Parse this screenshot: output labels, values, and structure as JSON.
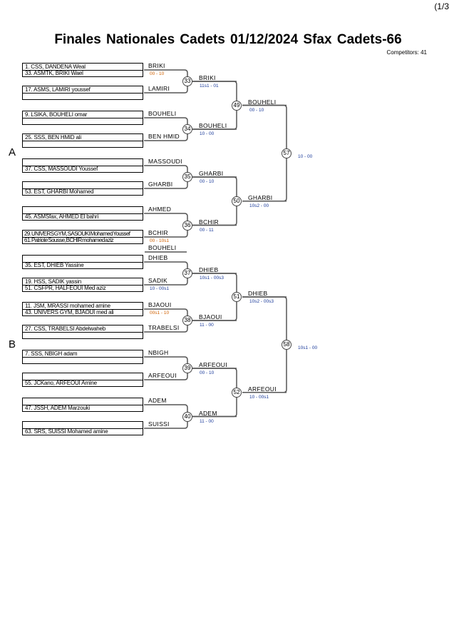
{
  "page_number": "(1/3",
  "title": "Finales Nationales Cadets  01/12/2024  Sfax   Cadets-66",
  "competitors": "Competitors: 41",
  "pools": [
    "A",
    "B"
  ],
  "colors": {
    "loss_score": "#d06000",
    "win_score": "#1a3a9a",
    "line": "#555555"
  },
  "round1": [
    {
      "num": "33",
      "slots": [
        {
          "rows": [
            "1. CSS, DANDENA Weal",
            "33. ASMTK, BRIKI Wael"
          ],
          "label": "BRIKI",
          "score": "00 - 10",
          "score_color": "#d06000"
        },
        {
          "rows": [
            "17. ASMS, LAMIRI youssef",
            ""
          ],
          "label": "LAMIRI"
        }
      ]
    },
    {
      "num": "34",
      "slots": [
        {
          "rows": [
            "9. LSIKA, BOUHELI omar",
            ""
          ],
          "label": "BOUHELI"
        },
        {
          "rows": [
            "25. SSS, BEN HMID ali",
            ""
          ],
          "label": "BEN HMID"
        }
      ]
    },
    {
      "num": "35",
      "slots": [
        {
          "rows": [
            "",
            "37. CSS, MASSOUDI Youssef"
          ],
          "label": "MASSOUDI"
        },
        {
          "rows": [
            "",
            "53. EST, GHARBI Mohamed"
          ],
          "label": "GHARBI"
        }
      ]
    },
    {
      "num": "36",
      "slots": [
        {
          "rows": [
            "",
            "45. ASMSfax, AHMED El bahri"
          ],
          "label": "AHMED"
        },
        {
          "rows": [
            "29. UNIVERS GYM, SASOUKI Mohamed Youssef",
            "61. Patriote Sousse, BCHIR mohamed aziz"
          ],
          "label": "BCHIR",
          "score": "00 - 10s1",
          "score_color": "#d06000",
          "extra_label": "BOUHELI"
        }
      ]
    },
    {
      "num": "37",
      "slots": [
        {
          "rows": [
            "",
            "35. EST, DHIEB Yassine"
          ],
          "label": "DHIEB"
        },
        {
          "rows": [
            "19. HSS, SADIK yassin",
            "51. CSFPR, HALFEOUI Med aziz"
          ],
          "label": "SADIK",
          "score": "10 - 00s1",
          "score_color": "#1a3a9a"
        }
      ]
    },
    {
      "num": "38",
      "slots": [
        {
          "rows": [
            "11. JSM, MRASSI mohamed amine",
            "43. UNIVERS GYM, BJAOUI med ali"
          ],
          "label": "BJAOUI",
          "score": "00s1 - 10",
          "score_color": "#d06000"
        },
        {
          "rows": [
            "27. CSS, TRABELSI Abdelwaheb",
            ""
          ],
          "label": "TRABELSI"
        }
      ]
    },
    {
      "num": "39",
      "slots": [
        {
          "rows": [
            "7. SSS, NBIGH adam",
            ""
          ],
          "label": "NBIGH"
        },
        {
          "rows": [
            "",
            "55. JCKano, ARFEOUI Amine"
          ],
          "label": "ARFEOUI"
        }
      ]
    },
    {
      "num": "40",
      "slots": [
        {
          "rows": [
            "",
            "47. JSSH, ADEM Marzouki"
          ],
          "label": "ADEM"
        },
        {
          "rows": [
            "",
            "63. SRS, SUISSI Mohamed amine"
          ],
          "label": "SUISSI"
        }
      ]
    }
  ],
  "round2": [
    {
      "label": "BRIKI",
      "score": "11s1 - 01"
    },
    {
      "label": "BOUHELI",
      "score": "10 - 00"
    },
    {
      "label": "GHARBI",
      "score": "00 - 10"
    },
    {
      "label": "BCHIR",
      "score": "00 - 11"
    },
    {
      "label": "DHIEB",
      "score": "10s1 - 00s3"
    },
    {
      "label": "BJAOUI",
      "score": "11 - 00"
    },
    {
      "label": "ARFEOUI",
      "score": "00 - 10"
    },
    {
      "label": "ADEM",
      "score": "11 - 00"
    }
  ],
  "round3": [
    {
      "num": "49",
      "label": "BOUHELI",
      "score": "00 - 10"
    },
    {
      "num": "50",
      "label": "GHARBI",
      "score": "10s2 - 00"
    },
    {
      "num": "51",
      "label": "DHIEB",
      "score": "10s2 - 00s3"
    },
    {
      "num": "52",
      "label": "ARFEOUI",
      "score": "10 - 00s1"
    }
  ],
  "round4": [
    {
      "num": "57",
      "score": "10 - 00"
    },
    {
      "num": "58",
      "score": "10s1 - 00"
    }
  ]
}
